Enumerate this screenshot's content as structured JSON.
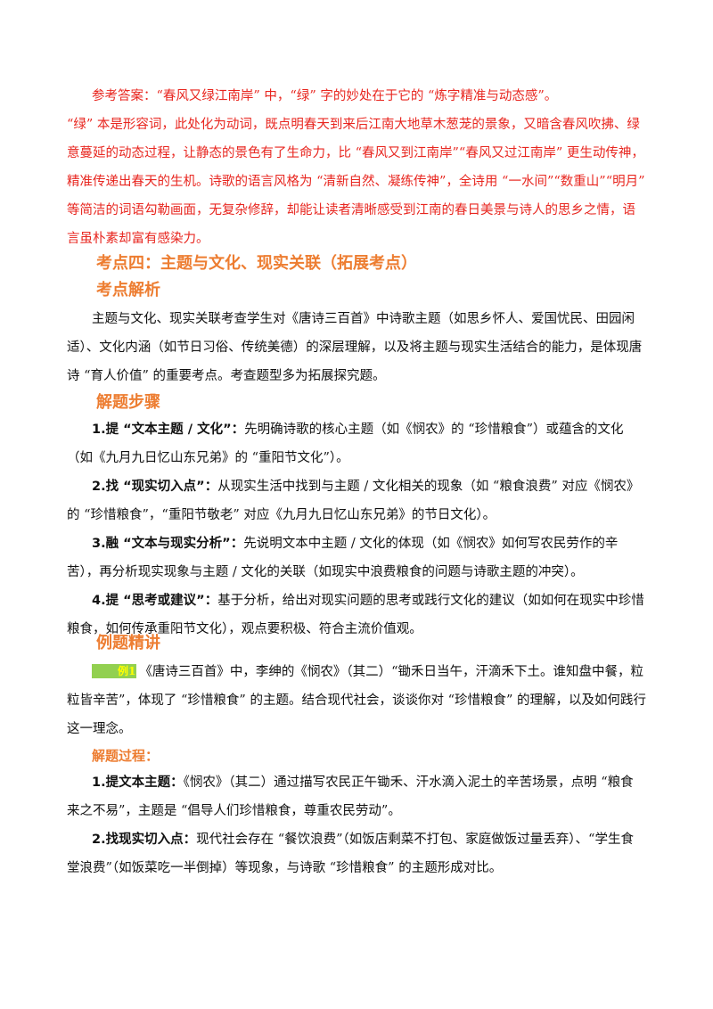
{
  "answer": {
    "line1": "参考答案：“春风又绿江南岸” 中，“绿” 字的妙处在于它的 “炼字精准与动态感”。",
    "line2": "“绿” 本是形容词，此处化为动词，既点明春天到来后江南大地草木葱茏的景象，又暗含春风吹拂、绿意蔓延的动态过程，让静态的景色有了生命力，比 “春风又到江南岸”“春风又过江南岸” 更生动传神，精准传递出春天的生机。诗歌的语言风格为 “清新自然、凝练传神”，全诗用 “一水间”“数重山”“明月” 等简洁的词语勾勒画面，无复杂修辞，却能让读者清晰感受到江南的春日美景与诗人的思乡之情，语言虽朴素却富有感染力。"
  },
  "section_title": "考点四：主题与文化、现实关联（拓展考点）",
  "analysis": {
    "heading": "考点解析",
    "text": "主题与文化、现实关联考查学生对《唐诗三百首》中诗歌主题（如思乡怀人、爱国忧民、田园闲适）、文化内涵（如节日习俗、传统美德）的深层理解，以及将主题与现实生活结合的能力，是体现唐诗 “育人价值” 的重要考点。考查题型多为拓展探究题。"
  },
  "steps": {
    "heading": "解题步骤",
    "items": [
      {
        "label": "1.提 “文本主题 / 文化”：",
        "text": "先明确诗歌的核心主题（如《悯农》的 “珍惜粮食”）或蕴含的文化（如《九月九日忆山东兄弟》的 “重阳节文化”）。"
      },
      {
        "label": "2.找 “现实切入点”：",
        "text": "从现实生活中找到与主题 / 文化相关的现象（如 “粮食浪费” 对应《悯农》的 “珍惜粮食”，“重阳节敬老” 对应《九月九日忆山东兄弟》的节日文化）。"
      },
      {
        "label": "3.融 “文本与现实分析”：",
        "text": "先说明文本中主题 / 文化的体现（如《悯农》如何写农民劳作的辛苦），再分析现实现象与主题 / 文化的关联（如现实中浪费粮食的问题与诗歌主题的冲突）。"
      },
      {
        "label": "4.提 “思考或建议”：",
        "text": "基于分析，给出对现实问题的思考或践行文化的建议（如如何在现实中珍惜粮食，如何传承重阳节文化），观点要积极、符合主流价值观。"
      }
    ]
  },
  "example": {
    "heading": "例题精讲",
    "tag": "例1",
    "text": "《唐诗三百首》中，李绅的《悯农》（其二）“锄禾日当午，汗滴禾下土。谁知盘中餐，粒粒皆辛苦”，体现了 “珍惜粮食” 的主题。结合现代社会，谈谈你对 “珍惜粮食” 的理解，以及如何践行这一理念。"
  },
  "process": {
    "heading": "解题过程：",
    "items": [
      {
        "label": "1.提文本主题：",
        "text": "《悯农》（其二）通过描写农民正午锄禾、汗水滴入泥土的辛苦场景，点明 “粮食来之不易”，主题是 “倡导人们珍惜粮食，尊重农民劳动”。"
      },
      {
        "label": "2.找现实切入点：",
        "text": "现代社会存在 “餐饮浪费”（如饭店剩菜不打包、家庭做饭过量丢弃）、“学生食堂浪费”（如饭菜吃一半倒掉）等现象，与诗歌 “珍惜粮食” 的主题形成对比。"
      }
    ]
  }
}
